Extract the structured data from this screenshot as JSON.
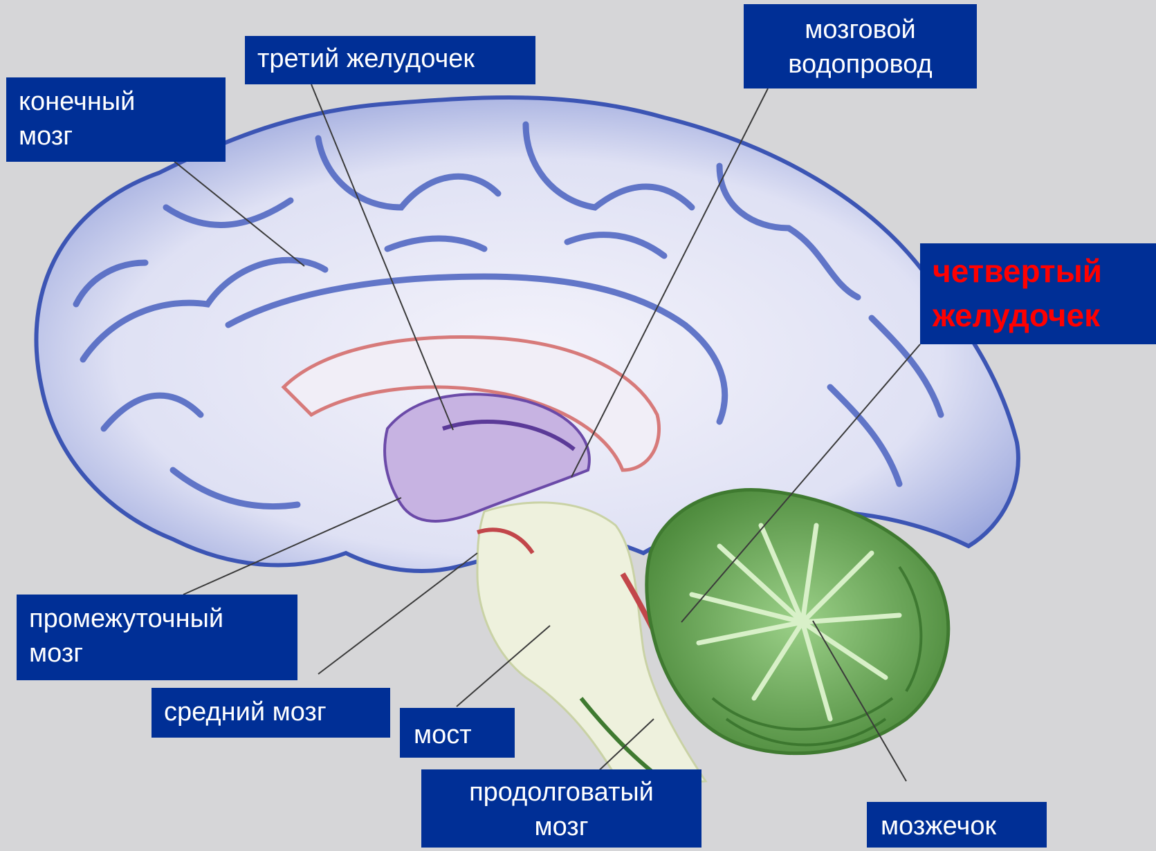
{
  "labels": {
    "third_ventricle": "третий желудочек",
    "telencephalon": [
      "конечный",
      "мозг"
    ],
    "aqueduct": [
      "мозговой",
      "водопровод"
    ],
    "fourth_ventricle": [
      "четвертый",
      "желудочек"
    ],
    "diencephalon": [
      "промежуточный",
      "мозг"
    ],
    "midbrain": "средний мозг",
    "pons": "мост",
    "medulla": [
      "продолговатый",
      "мозг"
    ],
    "cerebellum": "мозжечок"
  },
  "colors": {
    "background": "#d6d6d8",
    "label_bg": "#002f96",
    "label_text": "#ffffff",
    "highlight_text": "#ff0000",
    "cortex": "#3c55b4",
    "cerebellum": "#5fa04a",
    "brainstem": "#ecf0de"
  }
}
